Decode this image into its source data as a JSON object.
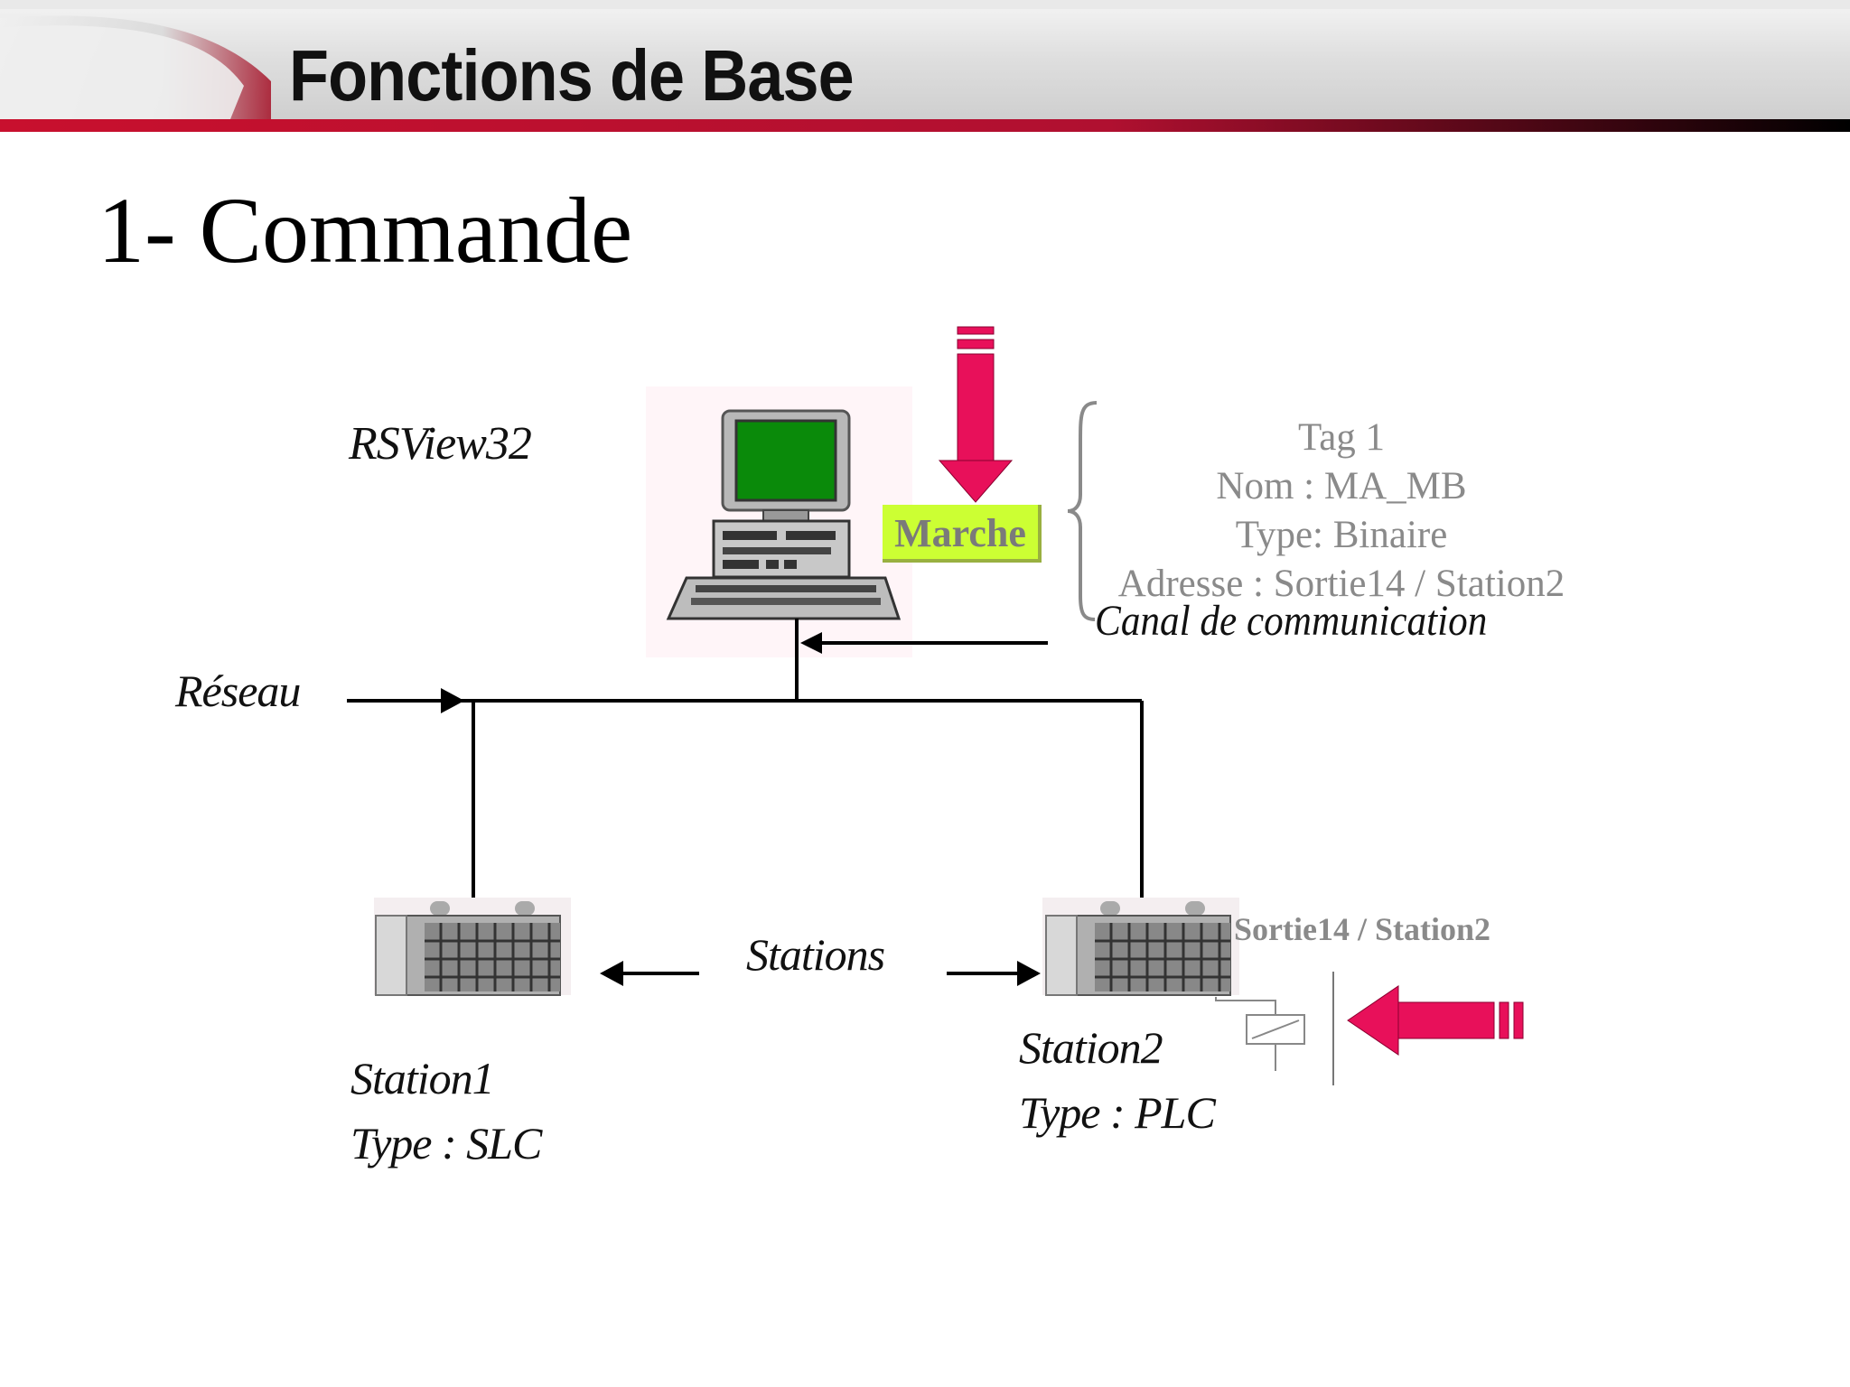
{
  "header": {
    "title": "Fonctions de Base"
  },
  "slide": {
    "title": "1- Commande"
  },
  "diagram": {
    "software_label": "RSView32",
    "network_label": "Réseau",
    "stations_label": "Stations",
    "channel_label": "Canal de communication",
    "button_label": "Marche",
    "tag": {
      "line1": "Tag 1",
      "line2": "Nom : MA_MB",
      "line3": "Type: Binaire",
      "line4": "Adresse : Sortie14 / Station2"
    },
    "output_label": "Sortie14 / Station2",
    "station1": {
      "name": "Station1",
      "type": "Type : SLC"
    },
    "station2": {
      "name": "Station2",
      "type": "Type : PLC"
    }
  },
  "colors": {
    "accent_red": "#d4102a",
    "arrow_pink": "#e8105a",
    "button_green": "#ccff33",
    "screen_green": "#0a8a0a",
    "tag_gray": "#8a8a8a"
  }
}
